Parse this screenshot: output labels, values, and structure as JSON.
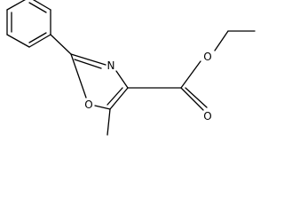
{
  "molecule": {
    "atom_labels": {
      "ring_nitrogen": "N",
      "ring_oxygen": "O",
      "carbonyl_oxygen": "O",
      "ester_oxygen": "O"
    },
    "ink_color": "#000000",
    "background_color": "#ffffff"
  }
}
